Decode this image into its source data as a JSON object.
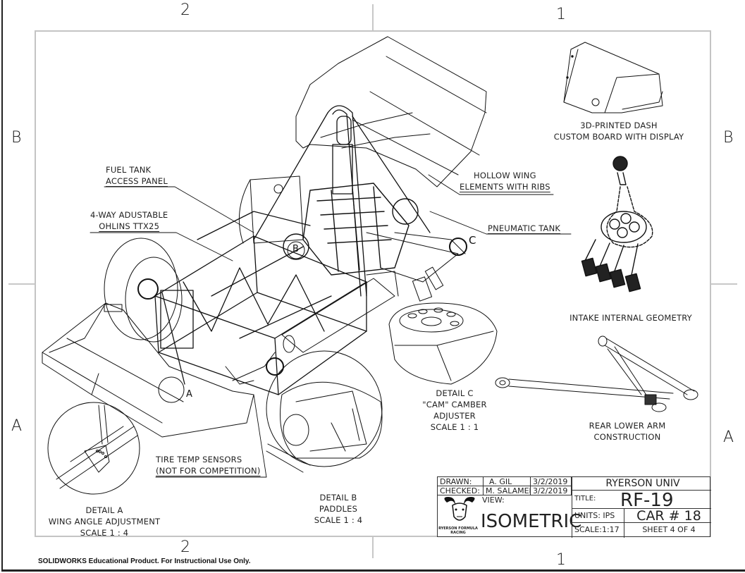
{
  "sheet": {
    "zones_top": [
      "2",
      "1"
    ],
    "zones_bottom": [
      "2",
      "1"
    ],
    "zones_left": [
      "B",
      "A"
    ],
    "zones_right": [
      "B",
      "A"
    ],
    "watermark": "SOLIDWORKS Educational Product. For Instructional Use Only."
  },
  "callouts": {
    "fuel_tank": [
      "FUEL TANK",
      "ACCESS PANEL"
    ],
    "ohlins": [
      "4-WAY ADUSTABLE",
      "OHLINS TTX25"
    ],
    "hollow_wing": [
      "HOLLOW WING",
      "ELEMENTS WITH RIBS"
    ],
    "pneumatic_tank": "PNEUMATIC TANK",
    "tire_temp": [
      "TIRE TEMP SENSORS",
      "(NOT FOR COMPETITION)"
    ],
    "marker_a": "A",
    "marker_b": "B",
    "marker_c": "C"
  },
  "views": {
    "dash": [
      "3D-PRINTED DASH",
      "CUSTOM BOARD WITH DISPLAY"
    ],
    "intake": "INTAKE INTERNAL GEOMETRY",
    "rear_arm": [
      "REAR LOWER ARM",
      "CONSTRUCTION"
    ],
    "detail_a": [
      "DETAIL A",
      "WING ANGLE ADJUSTMENT",
      "SCALE 1 : 4"
    ],
    "detail_b": [
      "DETAIL B",
      "PADDLES",
      "SCALE 1 : 4"
    ],
    "detail_c": [
      "DETAIL C",
      "\"CAM\" CAMBER",
      "ADJUSTER",
      "SCALE 1 : 1"
    ]
  },
  "title_block": {
    "drawn_label": "DRAWN:",
    "drawn_by": "A. GIL",
    "drawn_date": "3/2/2019",
    "checked_label": "CHECKED:",
    "checked_by": "M. SALAMEH",
    "checked_date": "3/2/2019",
    "logo_text": "RYERSON FORMULA RACING",
    "view_label": "VIEW:",
    "view_value": "ISOMETRIC",
    "company": "RYERSON UNIV",
    "title_label": "TITLE:",
    "title_value": "RF-19",
    "units": "UNITS: IPS",
    "car_number": "CAR # 18",
    "scale": "SCALE:1:17",
    "sheet": "SHEET 4 OF 4"
  }
}
